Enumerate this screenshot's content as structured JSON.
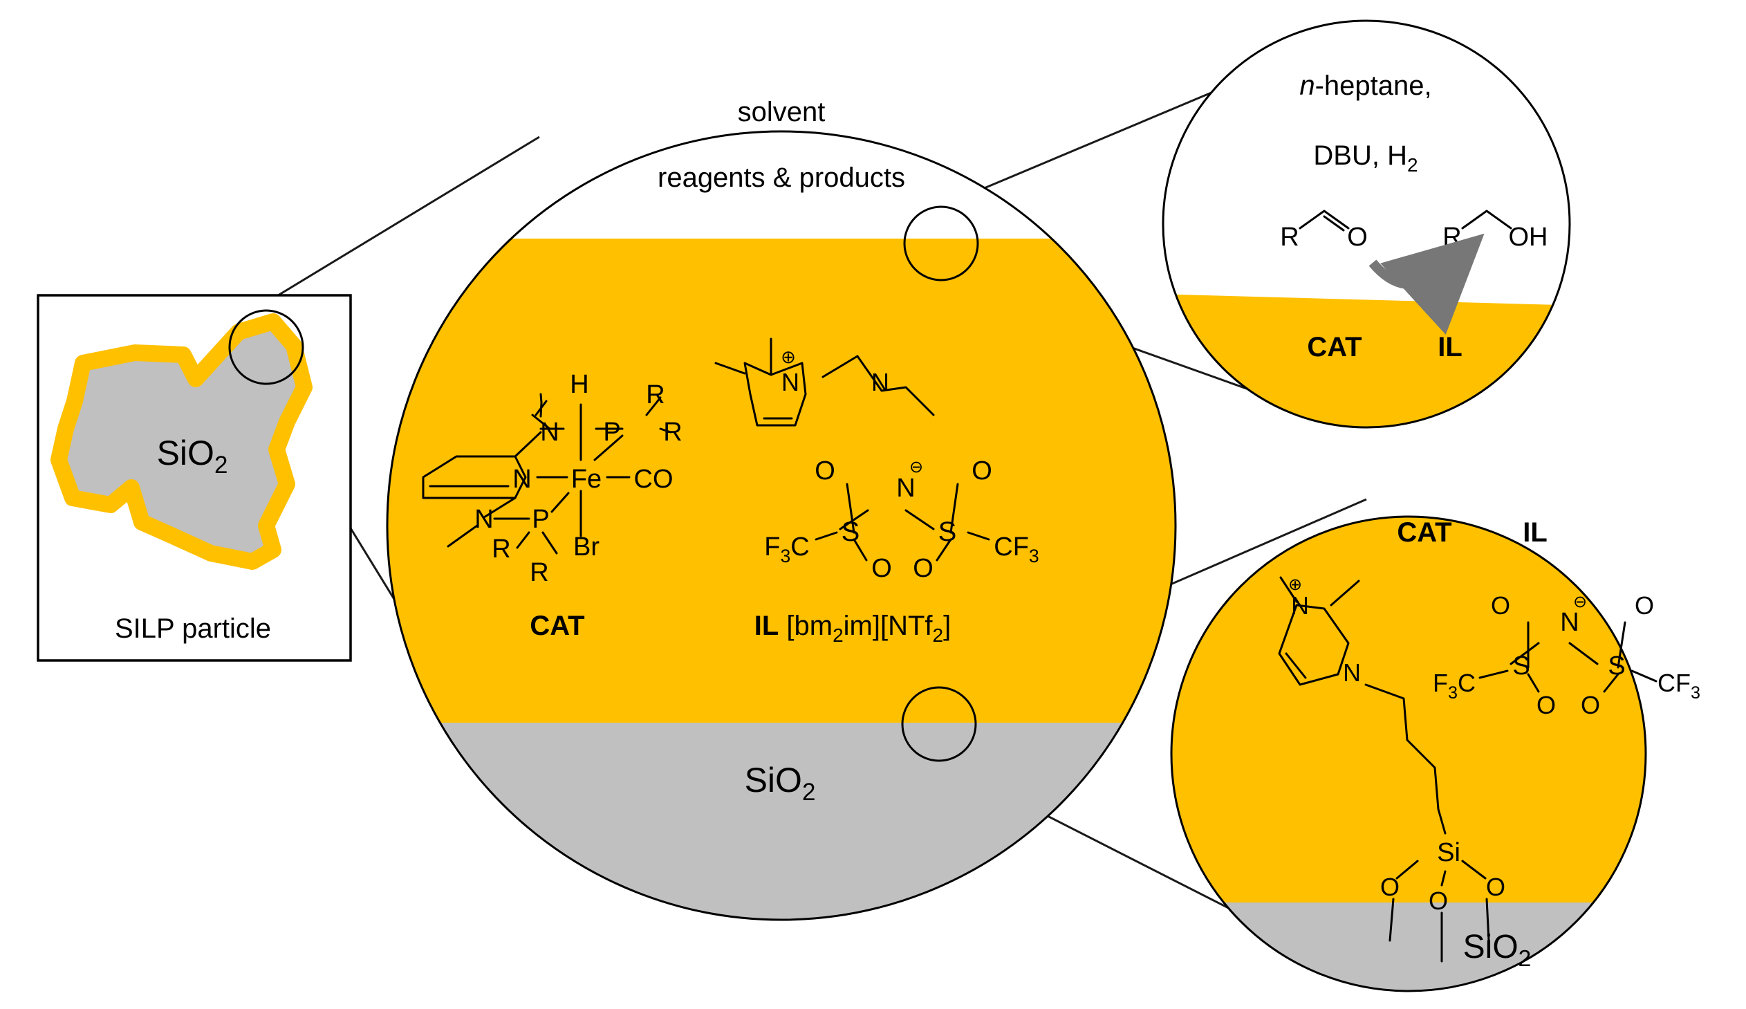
{
  "colors": {
    "ionic_liquid": "#ffc000",
    "silica": "#c0c0c0",
    "outline": "#000000",
    "background": "#ffffff"
  },
  "particle": {
    "core_formula": "SiO",
    "core_subscript": "2",
    "caption": "SILP particle"
  },
  "main_view": {
    "solvent_label": "solvent",
    "reagents_label": "reagents & products",
    "support_formula": "SiO",
    "support_subscript": "2",
    "cat_label": "CAT",
    "il_label": "IL",
    "il_name_pre": "[bm",
    "il_name_sub1": "2",
    "il_name_mid": "im][NTf",
    "il_name_sub2": "2",
    "il_name_post": "]"
  },
  "catalyst": {
    "metal": "Fe",
    "hydride": "H",
    "carbonyl": "CO",
    "halide": "Br",
    "phosphorus": "P",
    "nitrogen": "N",
    "r_group": "R"
  },
  "cation": {
    "nitrogen": "N",
    "charge": "⊕"
  },
  "anion": {
    "sulfur": "S",
    "oxygen": "O",
    "nitrogen": "N",
    "charge": "⊖",
    "cf3_pre": "F",
    "cf3_sub": "3",
    "cf3_post": "C",
    "cf3_right": "CF",
    "cf3_right_sub": "3"
  },
  "top_view": {
    "solvent_italic": "n",
    "solvent_rest": "-heptane,",
    "additives_pre": "DBU, H",
    "additives_sub": "2",
    "reactant_r": "R",
    "reactant_o": "O",
    "product_r": "R",
    "product_oh": "OH",
    "cat_label": "CAT",
    "il_label": "IL"
  },
  "bottom_view": {
    "cat_label": "CAT",
    "il_label": "IL",
    "silicon": "Si",
    "oxygen": "O",
    "support_formula": "SiO",
    "support_subscript": "2"
  }
}
